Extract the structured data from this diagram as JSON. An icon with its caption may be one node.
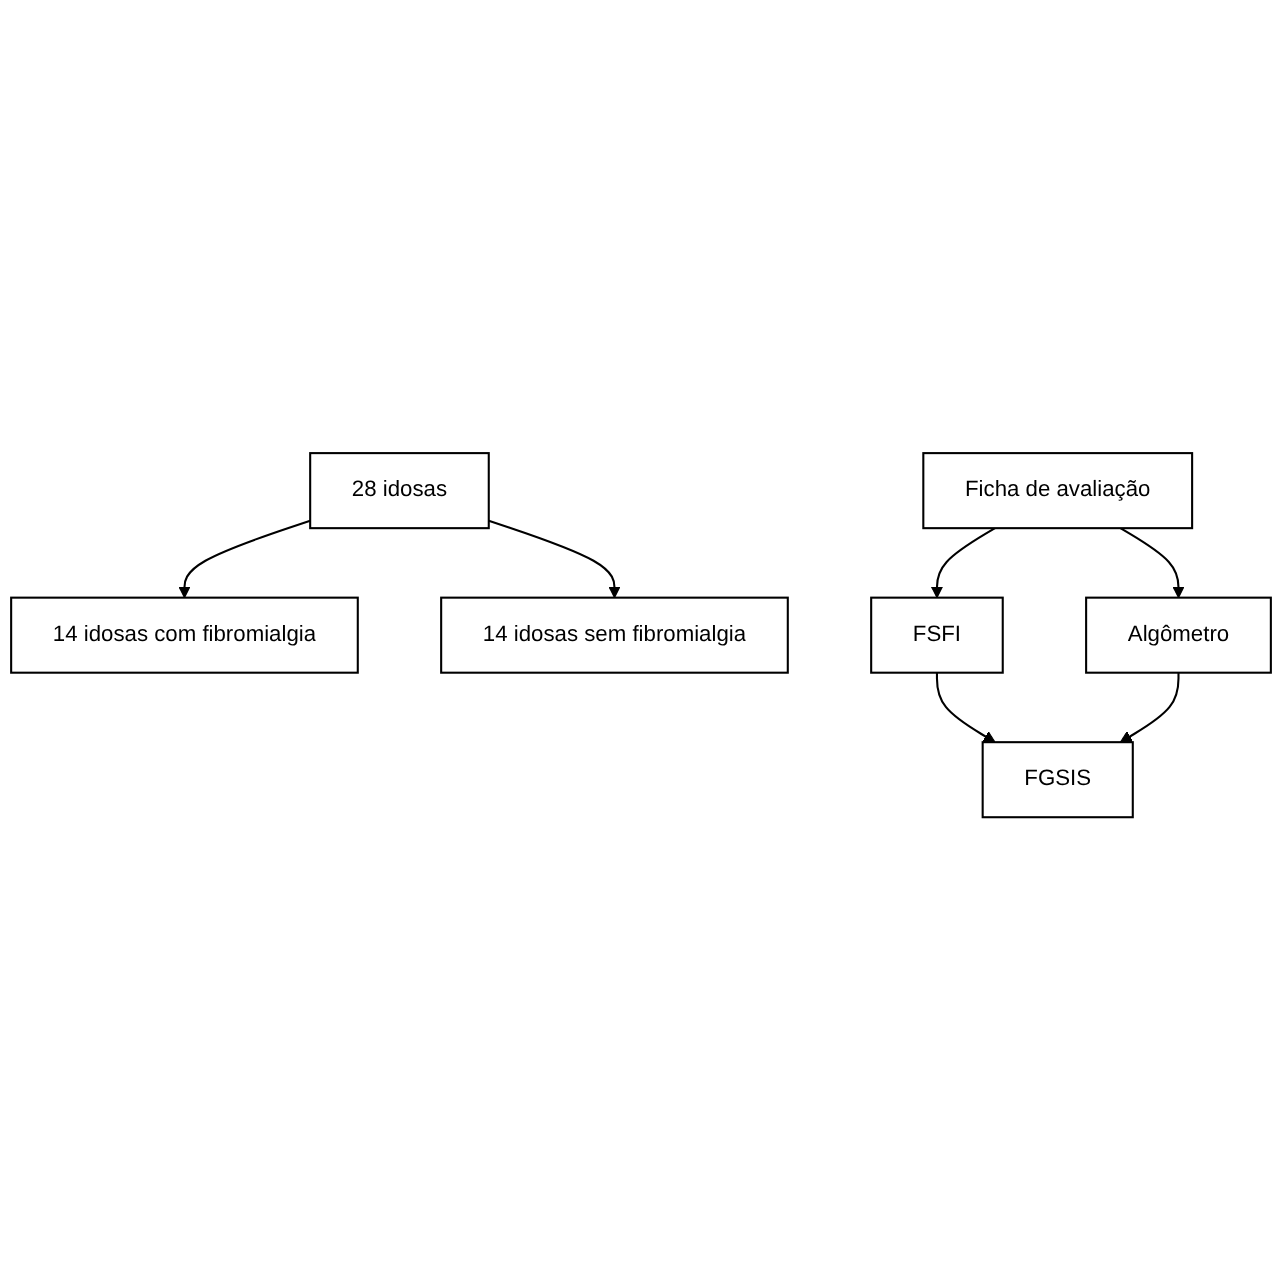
{
  "diagram": {
    "nodes": [
      {
        "text": [
          "28 idosas"
        ]
      },
      {
        "text": [
          "14 idosas com fibromialgia"
        ]
      },
      {
        "text": [
          "14 idosas sem fibromialgia"
        ]
      },
      {
        "text": [
          "Ficha de avaliação"
        ]
      },
      {
        "text": [
          "FSFI"
        ]
      },
      {
        "text": [
          "Algômetro"
        ]
      },
      {
        "text": [
          "FGSIS"
        ]
      }
    ],
    "edges": [
      {
        "from": 0,
        "to": 1,
        "arrow": "to"
      },
      {
        "from": 0,
        "to": 2,
        "arrow": "to"
      },
      {
        "from": 3,
        "to": 4,
        "arrow": "to"
      },
      {
        "from": 3,
        "to": 5,
        "arrow": "to"
      },
      {
        "from": 4,
        "to": 6,
        "arrow": "to"
      },
      {
        "from": 5,
        "to": 6,
        "arrow": "to"
      }
    ]
  }
}
